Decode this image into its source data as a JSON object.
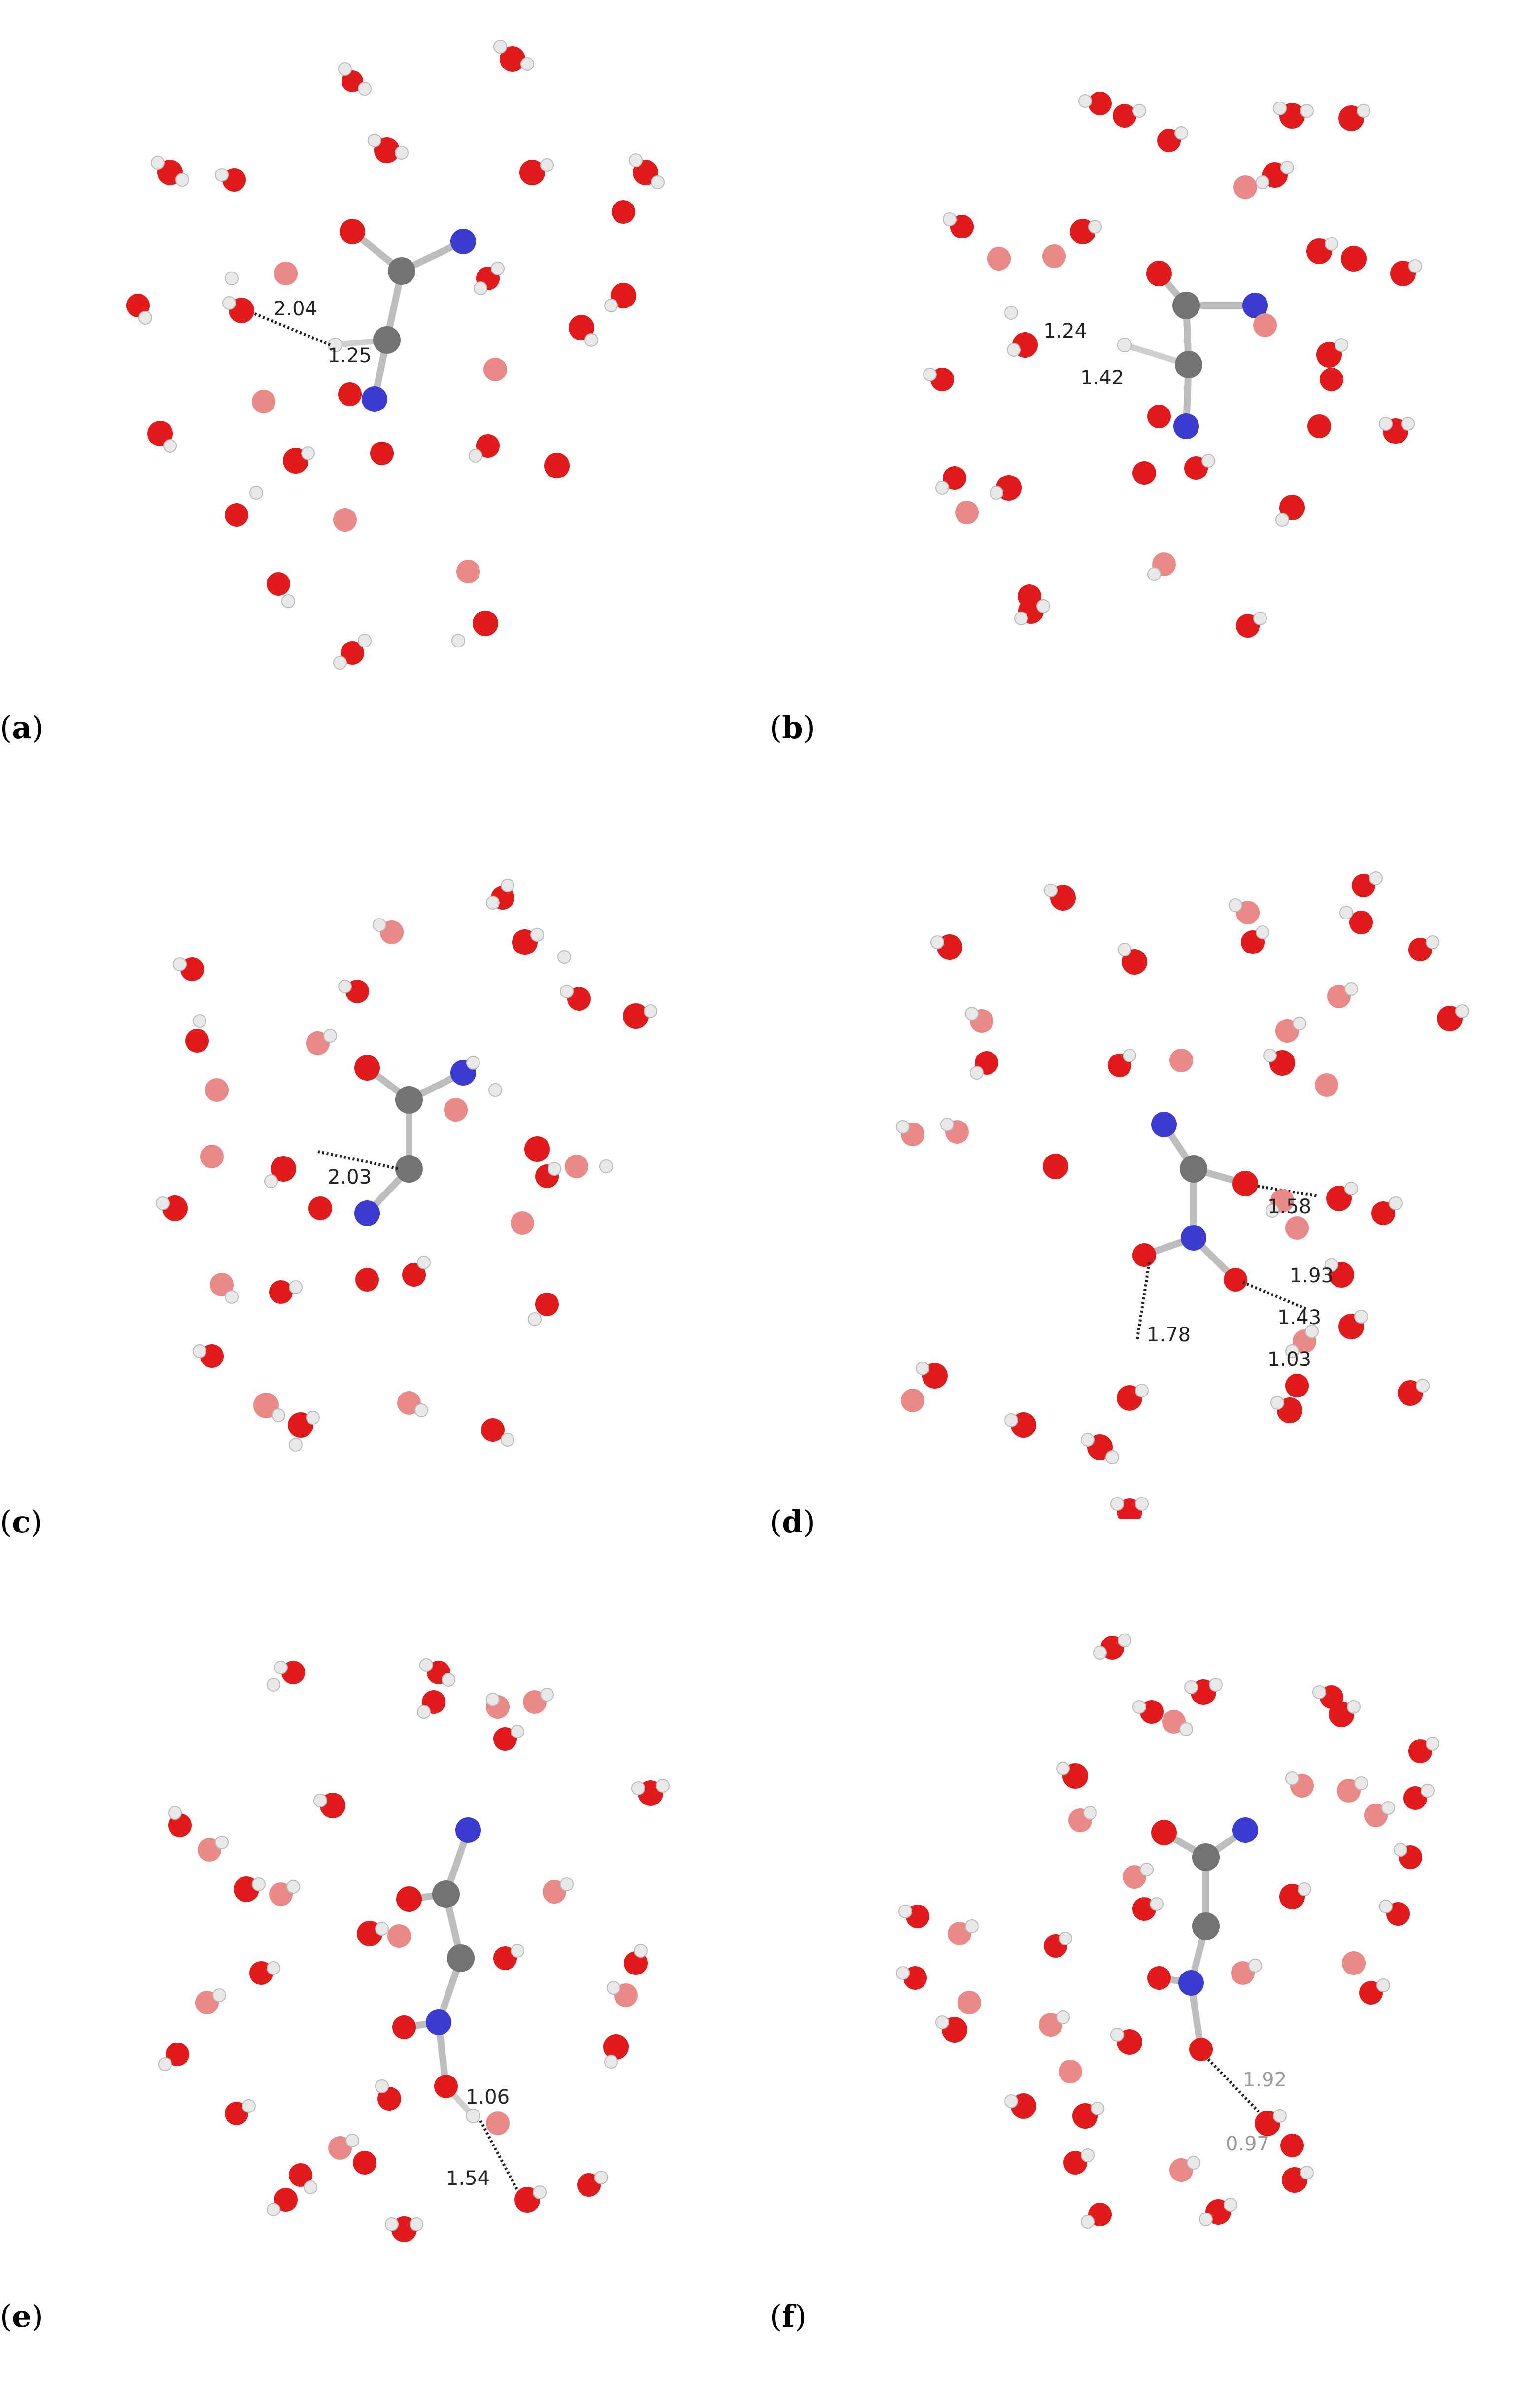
{
  "colors": {
    "oxygen": "#e11b1b",
    "oxygen_faded": "#ea8a88",
    "hydrogen": "#ececec",
    "carbon": "#737373",
    "nitrogen": "#2a2ad8"
  },
  "panels": [
    {
      "id": "a",
      "label": "a",
      "distances": [
        "2.04",
        "1.25"
      ]
    },
    {
      "id": "b",
      "label": "b",
      "distances": [
        "1.24",
        "1.42"
      ]
    },
    {
      "id": "c",
      "label": "c",
      "distances": [
        "2.03"
      ]
    },
    {
      "id": "d",
      "label": "d",
      "distances": [
        "1.58",
        "1.93",
        "1.43",
        "1.78",
        "1.03"
      ]
    },
    {
      "id": "e",
      "label": "e",
      "distances": [
        "1.06",
        "1.54"
      ]
    },
    {
      "id": "f",
      "label": "f",
      "distances": [
        "1.92",
        "0.97"
      ]
    }
  ]
}
